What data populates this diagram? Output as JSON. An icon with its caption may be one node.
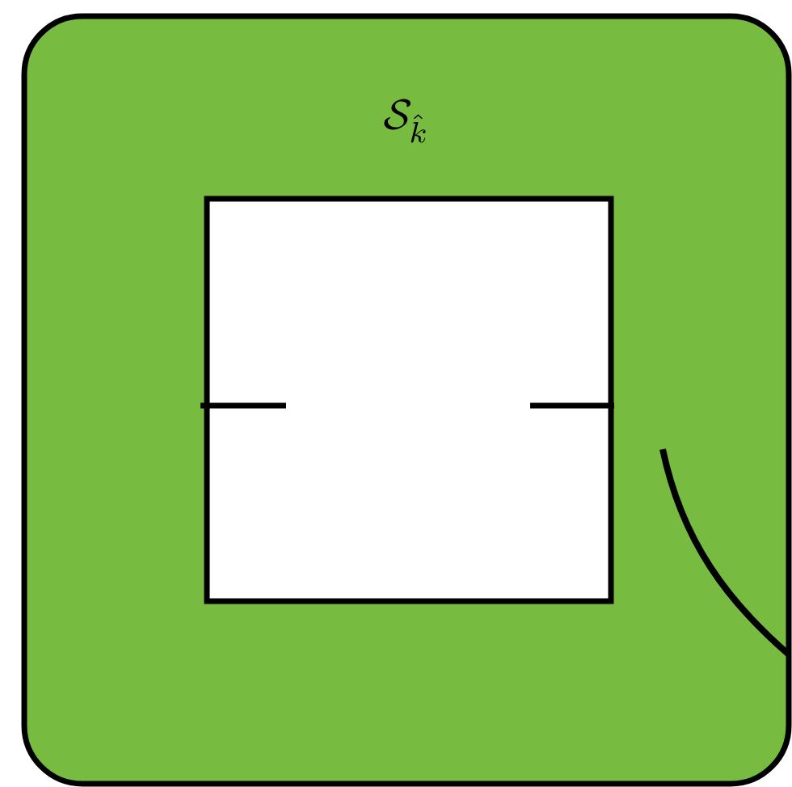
{
  "diagram": {
    "nodes": [
      {
        "text": [
          "\\mathcal{S}_{\\hat{k}}"
        ]
      },
      {
        "text": [],
        "shape": "box",
        "in": 0
      }
    ]
  }
}
